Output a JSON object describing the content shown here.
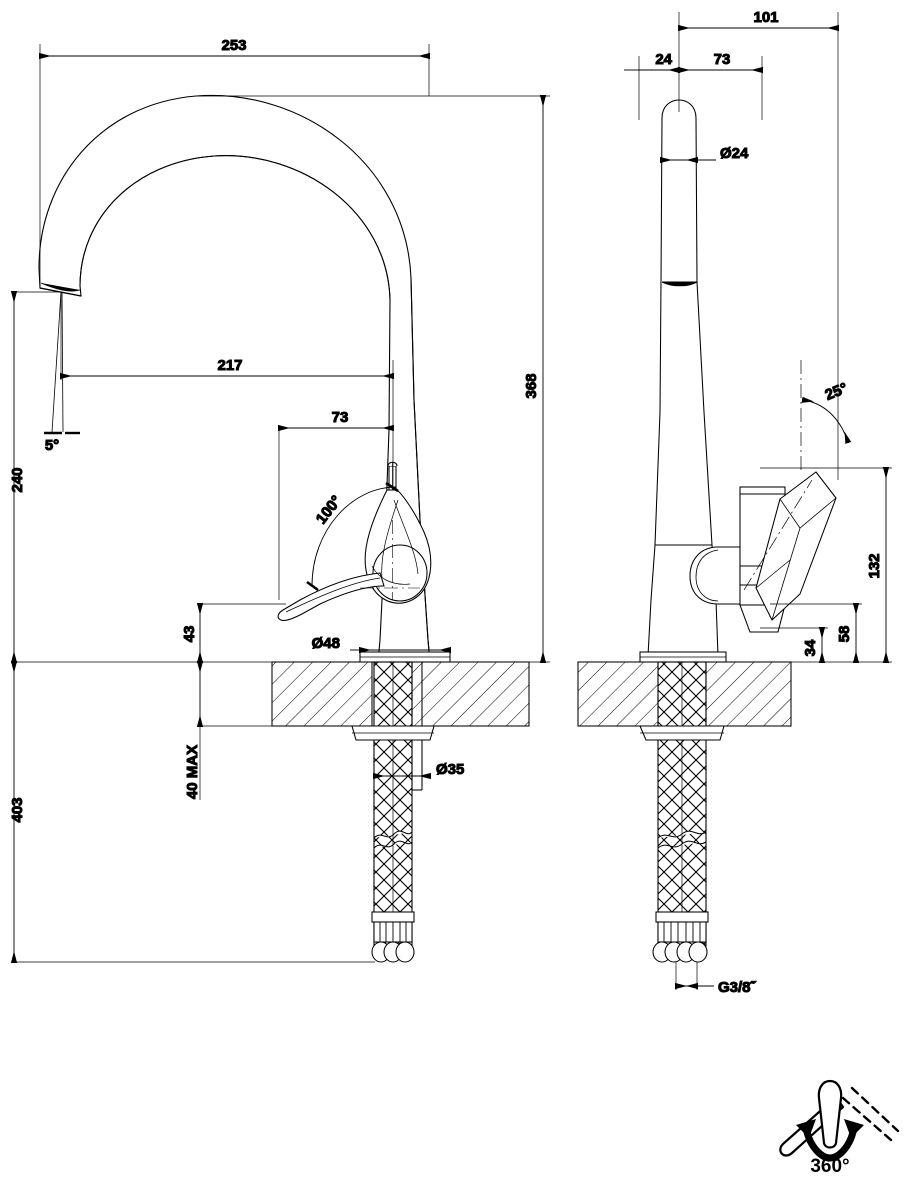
{
  "drawing": {
    "title": "Kitchen mixer tap technical dimension drawing",
    "units": "mm",
    "line_color": "#000000",
    "background": "#ffffff",
    "views": [
      {
        "name": "front-elevation",
        "label": ""
      },
      {
        "name": "side-elevation",
        "label": ""
      }
    ]
  },
  "dimensions": {
    "front": {
      "overall_reach": "253",
      "spout_reach": "217",
      "handle_offset": "73",
      "total_height": "368",
      "spout_outlet_height": "240",
      "spout_tip_angle": "5°",
      "handle_lift_angle": "100°",
      "handle_clearance": "43",
      "base_diameter": "Ø48",
      "shank_diameter": "Ø35",
      "worktop_max": "40  MAX",
      "total_below": "403"
    },
    "side": {
      "overall_depth": "101",
      "spout_tube_offset": "24",
      "handle_offset": "73",
      "spout_diameter": "Ø24",
      "handle_tilt_angle": "25°",
      "handle_height": "132",
      "handle_mid": "58",
      "handle_low": "34",
      "hose_thread": "G3/8˝"
    }
  },
  "swivel_badge": {
    "name": "swivel-range-icon",
    "label": "360°"
  }
}
